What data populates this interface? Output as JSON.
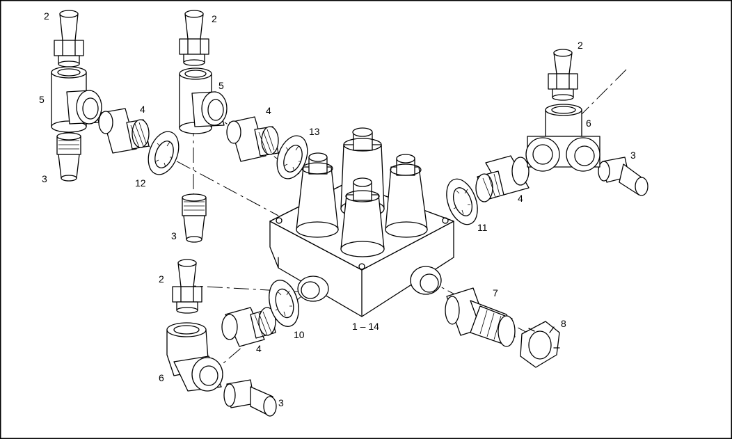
{
  "labels": {
    "l1": "2",
    "l2": "2",
    "l3": "2",
    "l4": "2",
    "l5": "5",
    "l6": "5",
    "l7": "4",
    "l8": "4",
    "l9": "4",
    "l10": "4",
    "l11": "3",
    "l12": "3",
    "l13": "3",
    "l14": "3",
    "l15": "6",
    "l16": "6",
    "l17": "12",
    "l18": "13",
    "l19": "11",
    "l20": "10",
    "l21": "7",
    "l22": "8",
    "l23": "1 – 14"
  }
}
